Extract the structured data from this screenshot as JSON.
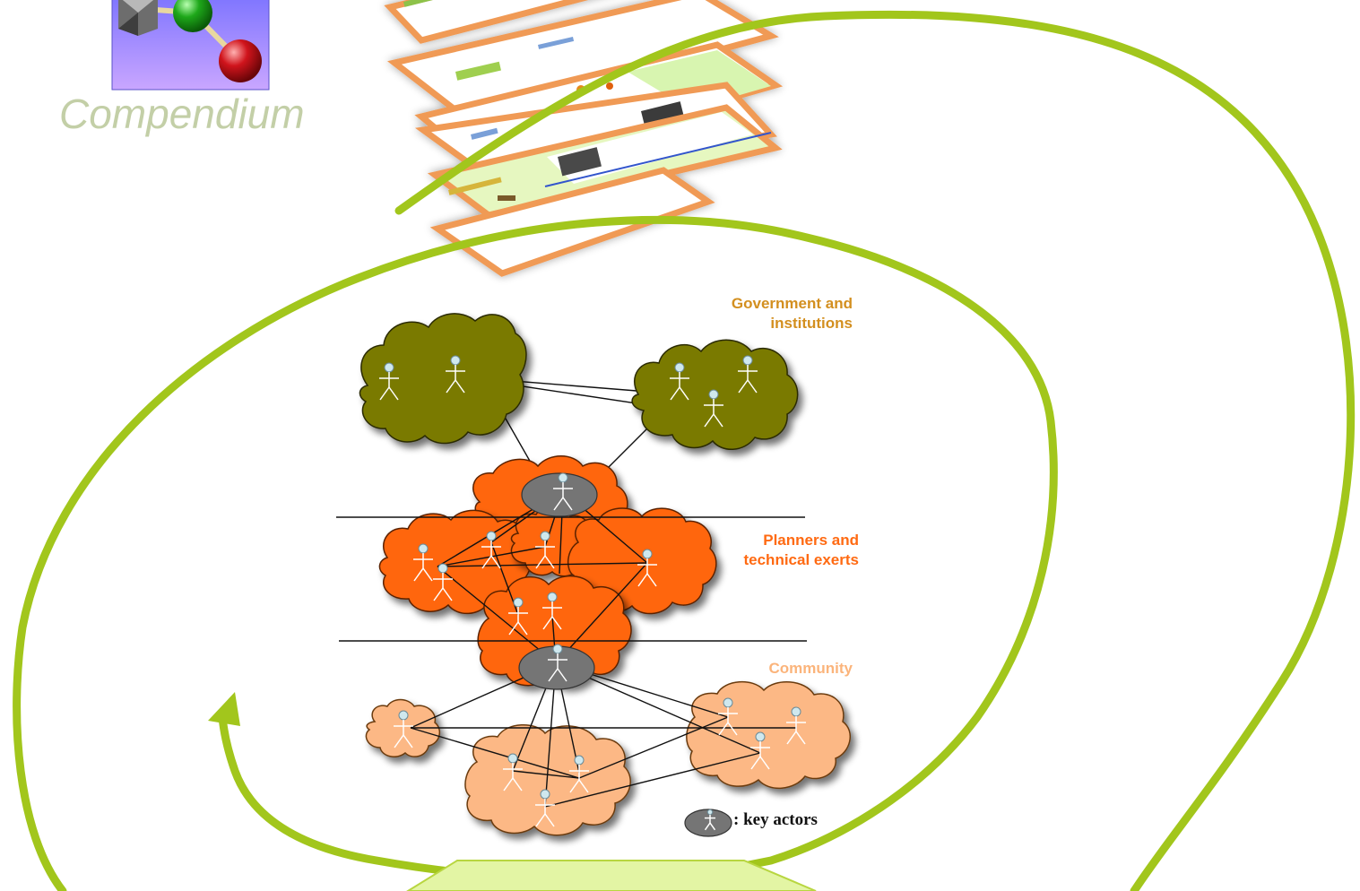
{
  "logo": {
    "title": "Compendium",
    "title_color": "#c3cfa7"
  },
  "groups": {
    "government": {
      "label_line1": "Government and",
      "label_line2": "institutions",
      "color": "#d38f1f"
    },
    "planners": {
      "label_line1": "Planners and",
      "label_line2": "technical exerts",
      "color": "#ff6a12"
    },
    "community": {
      "label": "Community",
      "color": "#fbb47b"
    }
  },
  "legend": {
    "text": ": key actors"
  },
  "colors": {
    "loop": "#a2c61c",
    "cloud_government": "#7a7a05",
    "cloud_planners": "#ff6609",
    "cloud_community": "#fcb885",
    "key_actor": "#757575",
    "actor_head": "#cfe8ee",
    "sheet_border": "#f09a55",
    "sheet_fill": "#ffffff",
    "bottom_panel": "#e3f5a4"
  }
}
